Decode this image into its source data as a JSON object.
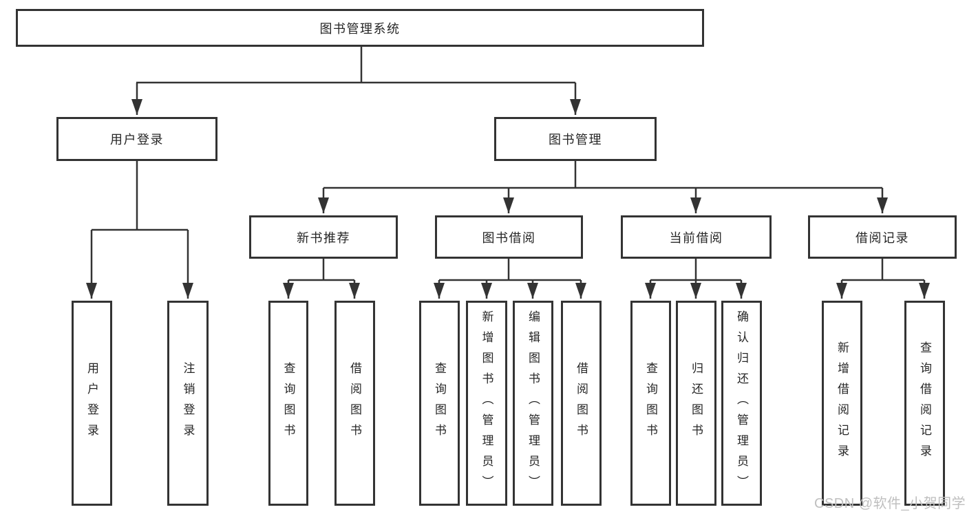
{
  "diagram": {
    "root": {
      "label": "图书管理系统"
    },
    "branches": [
      {
        "label": "用户登录",
        "children": [
          {
            "label": "用户登录"
          },
          {
            "label": "注销登录"
          }
        ]
      },
      {
        "label": "图书管理",
        "children": [
          {
            "label": "新书推荐",
            "children": [
              {
                "label": "查询图书"
              },
              {
                "label": "借阅图书"
              }
            ]
          },
          {
            "label": "图书借阅",
            "children": [
              {
                "label": "查询图书"
              },
              {
                "label": "新增图书（管理员）"
              },
              {
                "label": "编辑图书（管理员）"
              },
              {
                "label": "借阅图书"
              }
            ]
          },
          {
            "label": "当前借阅",
            "children": [
              {
                "label": "查询图书"
              },
              {
                "label": "归还图书"
              },
              {
                "label": "确认归还（管理员）"
              }
            ]
          },
          {
            "label": "借阅记录",
            "children": [
              {
                "label": "新增借阅记录"
              },
              {
                "label": "查询借阅记录"
              }
            ]
          }
        ]
      }
    ],
    "colors": {
      "line": "#333333",
      "box_border": "#333333",
      "box_fill": "#ffffff",
      "text": "#262626",
      "watermark": "#bfbfbf"
    }
  },
  "watermark": {
    "text": "CSDN @软件_小贺同学"
  }
}
